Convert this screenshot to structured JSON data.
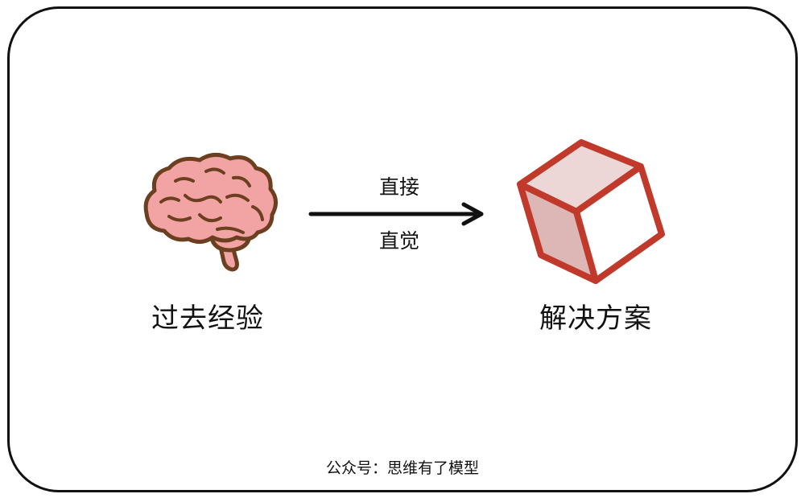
{
  "diagram": {
    "source_node": {
      "label": "过去经验",
      "icon": "brain-icon",
      "color": "#f2a3a3"
    },
    "target_node": {
      "label": "解决方案",
      "icon": "cube-icon",
      "color": "#c0392b"
    },
    "edge": {
      "label_top": "直接",
      "label_bottom": "直觉"
    }
  },
  "footer": {
    "text": "公众号：思维有了模型"
  }
}
